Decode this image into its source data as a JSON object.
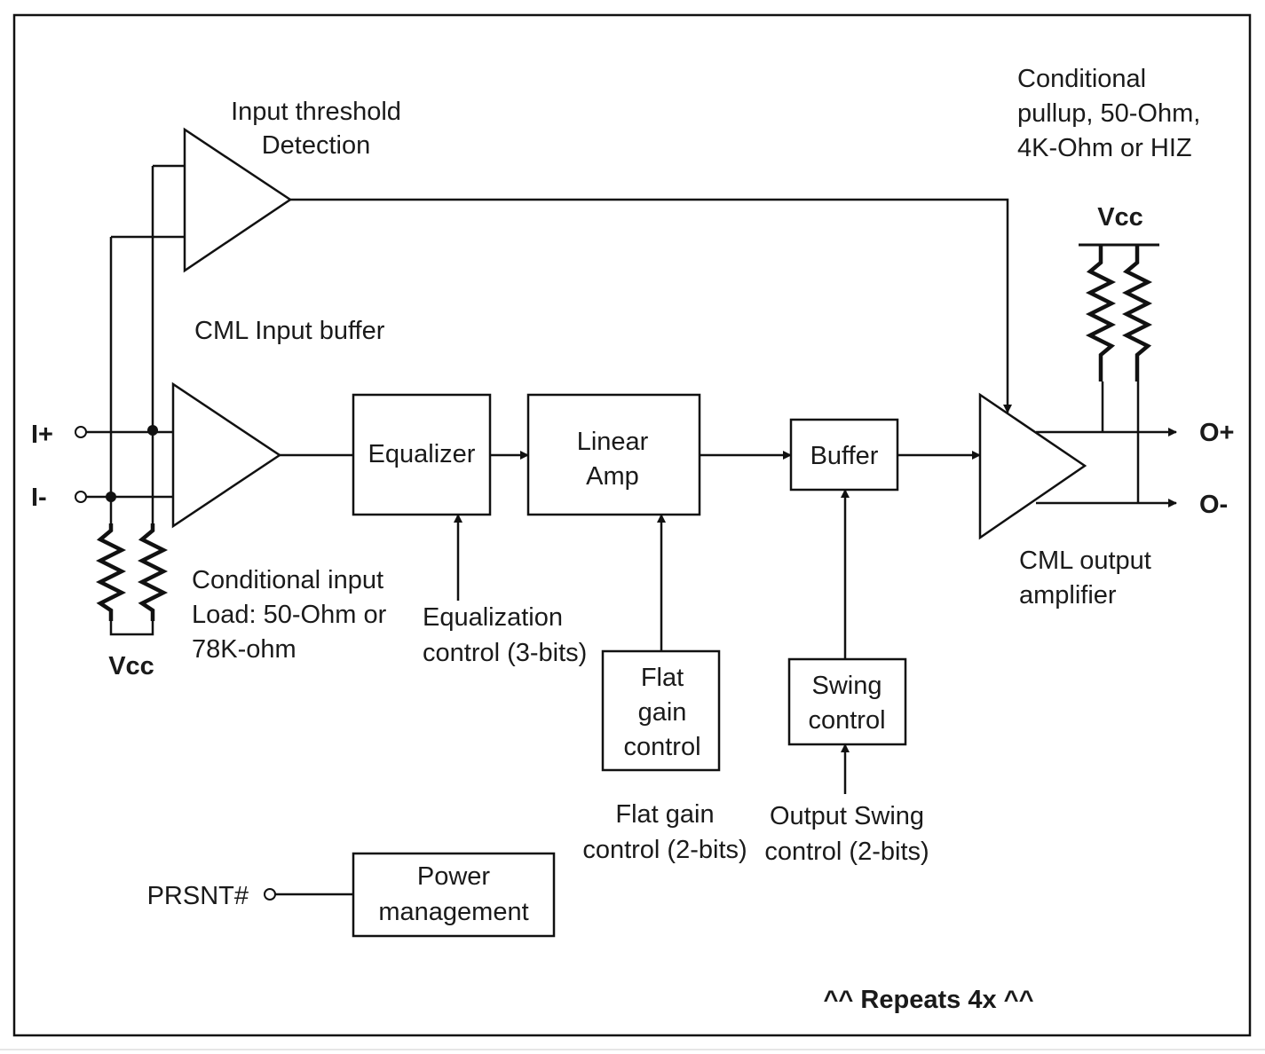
{
  "labels": {
    "threshold": [
      "Input threshold",
      "Detection"
    ],
    "input_buffer": "CML Input buffer",
    "pullup": [
      "Conditional",
      "pullup, 50-Ohm,",
      "4K-Ohm or HIZ"
    ],
    "vcc_top": "Vcc",
    "vcc_bottom": "Vcc",
    "in_plus": "I+",
    "in_minus": "I-",
    "out_plus": "O+",
    "out_minus": "O-",
    "input_load": [
      "Conditional input",
      "Load: 50-Ohm or",
      "78K-ohm"
    ],
    "eq_control": [
      "Equalization",
      "control (3-bits)"
    ],
    "flat_gain_bits": [
      "Flat gain",
      "control (2-bits)"
    ],
    "swing_bits": [
      "Output Swing",
      "control (2-bits)"
    ],
    "output_amp": [
      "CML output",
      "amplifier"
    ],
    "prsnt": "PRSNT#",
    "repeats": "^^ Repeats 4x ^^"
  },
  "blocks": {
    "equalizer": [
      "Equalizer"
    ],
    "linear_amp": [
      "Linear",
      "Amp"
    ],
    "buffer": [
      "Buffer"
    ],
    "flat_gain": [
      "Flat",
      "gain",
      "control"
    ],
    "swing": [
      "Swing",
      "control"
    ],
    "power": [
      "Power",
      "management"
    ]
  }
}
